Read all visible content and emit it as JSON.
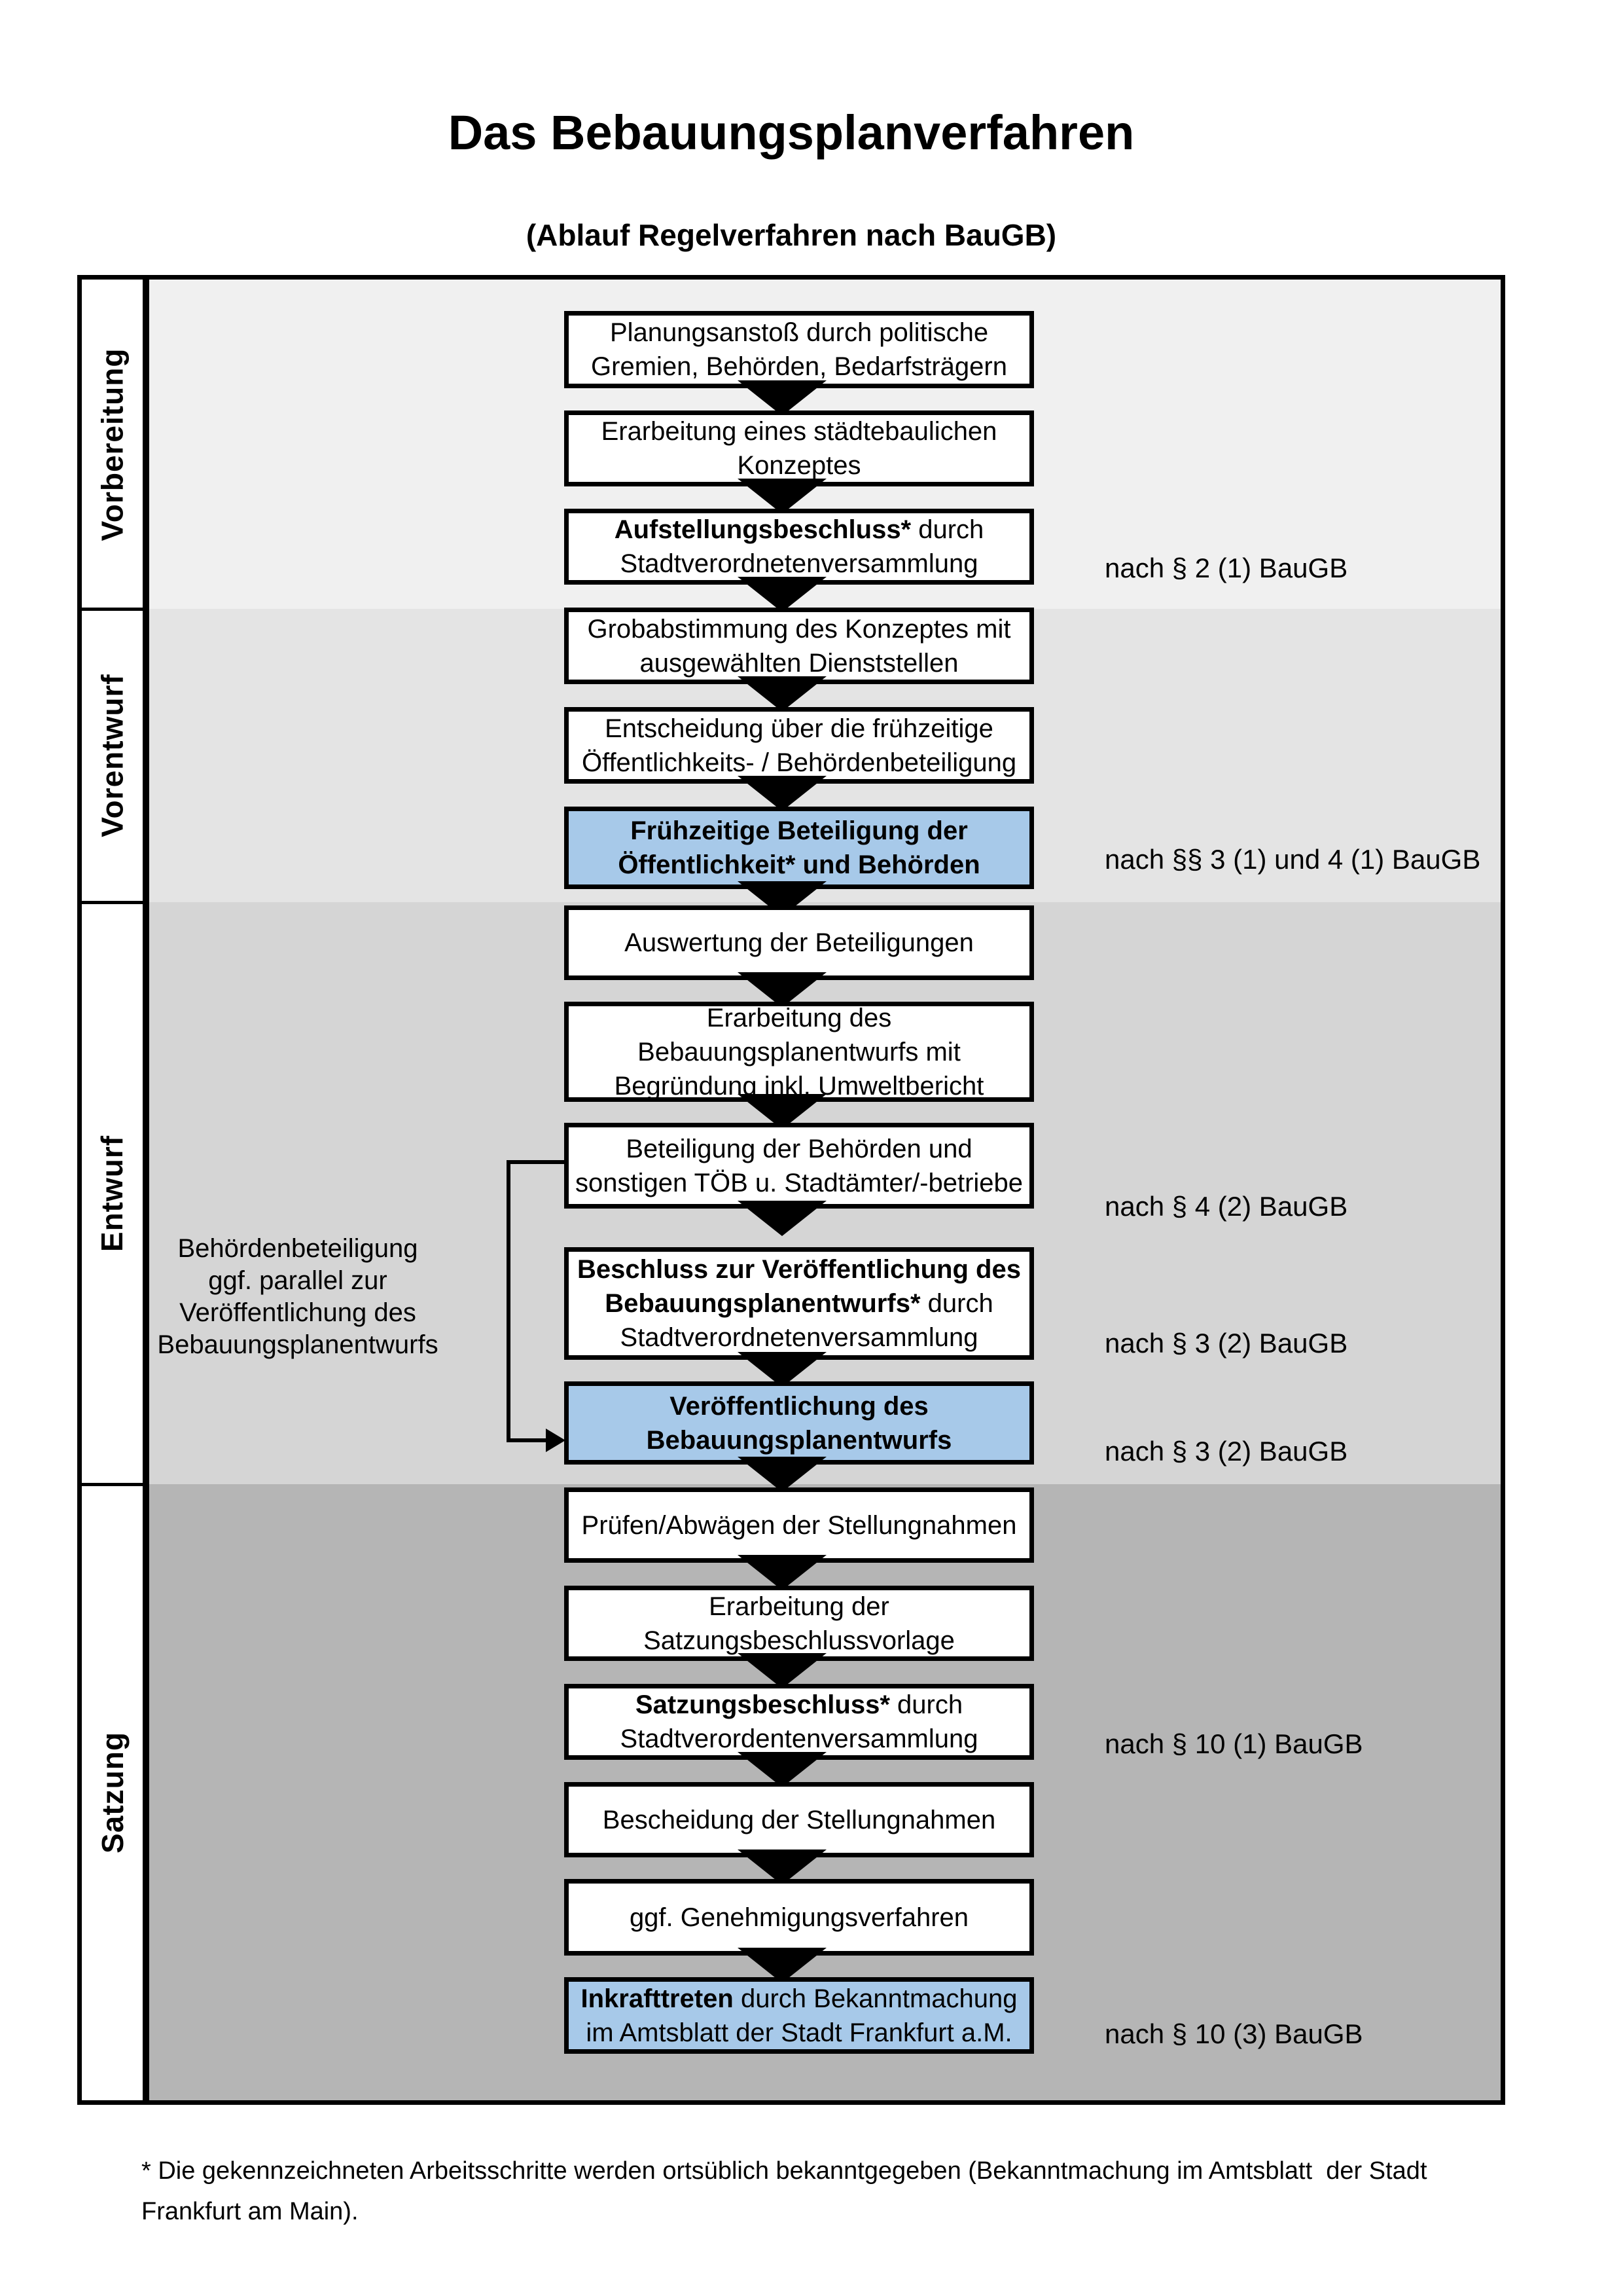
{
  "page": {
    "title": "Das Bebauungsplanverfahren",
    "subtitle": "(Ablauf Regelverfahren nach BauGB)"
  },
  "colors": {
    "highlight_blue": "#A7C9E9",
    "box_white": "#FFFFFF",
    "box_border": "#000000",
    "phase_vorbereitung_bg": "#F0F0F0",
    "phase_vorentwurf_bg": "#E4E4E4",
    "phase_entwurf_bg": "#D5D5D5",
    "phase_satzung_bg": "#B5B5B5"
  },
  "phases": [
    {
      "label": "Vorbereitung"
    },
    {
      "label": "Vorentwurf"
    },
    {
      "label": "Entwurf"
    },
    {
      "label": "Satzung"
    }
  ],
  "steps": [
    {
      "phase": "Vorbereitung",
      "highlight": false,
      "lines": [
        [
          {
            "t": "Planungsanstoß durch politische",
            "b": false
          }
        ],
        [
          {
            "t": "Gremien, Behörden, Bedarfsträgern",
            "b": false
          }
        ]
      ],
      "note": null
    },
    {
      "phase": "Vorbereitung",
      "highlight": false,
      "lines": [
        [
          {
            "t": "Erarbeitung eines städtebaulichen",
            "b": false
          }
        ],
        [
          {
            "t": "Konzeptes",
            "b": false
          }
        ]
      ],
      "note": null
    },
    {
      "phase": "Vorbereitung",
      "highlight": false,
      "lines": [
        [
          {
            "t": "Aufstellungsbeschluss*",
            "b": true
          },
          {
            "t": " durch",
            "b": false
          }
        ],
        [
          {
            "t": "Stadtverordnetenversammlung",
            "b": false
          }
        ]
      ],
      "note": "nach § 2 (1) BauGB"
    },
    {
      "phase": "Vorentwurf",
      "highlight": false,
      "lines": [
        [
          {
            "t": "Grobabstimmung des Konzeptes mit",
            "b": false
          }
        ],
        [
          {
            "t": "ausgewählten Dienststellen",
            "b": false
          }
        ]
      ],
      "note": null
    },
    {
      "phase": "Vorentwurf",
      "highlight": false,
      "lines": [
        [
          {
            "t": "Entscheidung über die frühzeitige",
            "b": false
          }
        ],
        [
          {
            "t": "Öffentlichkeits- / Behördenbeteiligung",
            "b": false
          }
        ]
      ],
      "note": null
    },
    {
      "phase": "Vorentwurf",
      "highlight": true,
      "lines": [
        [
          {
            "t": "Frühzeitige Beteiligung der",
            "b": true
          }
        ],
        [
          {
            "t": "Öffentlichkeit* und Behörden",
            "b": true
          }
        ]
      ],
      "note": "nach §§ 3 (1) und 4 (1) BauGB"
    },
    {
      "phase": "Entwurf",
      "highlight": false,
      "lines": [
        [
          {
            "t": "Auswertung der Beteiligungen",
            "b": false
          }
        ]
      ],
      "note": null
    },
    {
      "phase": "Entwurf",
      "highlight": false,
      "lines": [
        [
          {
            "t": "Erarbeitung des",
            "b": false
          }
        ],
        [
          {
            "t": "Bebauungsplanentwurfs mit",
            "b": false
          }
        ],
        [
          {
            "t": "Begründung inkl. Umweltbericht",
            "b": false
          }
        ]
      ],
      "note": null
    },
    {
      "phase": "Entwurf",
      "highlight": false,
      "lines": [
        [
          {
            "t": "Beteiligung der Behörden und",
            "b": false
          }
        ],
        [
          {
            "t": "sonstigen TÖB u. Stadtämter/-betriebe",
            "b": false
          }
        ]
      ],
      "note": "nach § 4 (2) BauGB"
    },
    {
      "phase": "Entwurf",
      "highlight": false,
      "lines": [
        [
          {
            "t": "Beschluss zur Veröffentlichung des",
            "b": true
          }
        ],
        [
          {
            "t": "Bebauungsplanentwurfs*",
            "b": true
          },
          {
            "t": " durch",
            "b": false
          }
        ],
        [
          {
            "t": "Stadtverordnetenversammlung",
            "b": false
          }
        ]
      ],
      "note": "nach § 3 (2) BauGB"
    },
    {
      "phase": "Entwurf",
      "highlight": true,
      "lines": [
        [
          {
            "t": "Veröffentlichung des",
            "b": true
          }
        ],
        [
          {
            "t": "Bebauungsplanentwurfs",
            "b": true
          }
        ]
      ],
      "note": "nach § 3 (2) BauGB"
    },
    {
      "phase": "Satzung",
      "highlight": false,
      "lines": [
        [
          {
            "t": "Prüfen/Abwägen der Stellungnahmen",
            "b": false
          }
        ]
      ],
      "note": null
    },
    {
      "phase": "Satzung",
      "highlight": false,
      "lines": [
        [
          {
            "t": "Erarbeitung der",
            "b": false
          }
        ],
        [
          {
            "t": "Satzungsbeschlussvorlage",
            "b": false
          }
        ]
      ],
      "note": null
    },
    {
      "phase": "Satzung",
      "highlight": false,
      "lines": [
        [
          {
            "t": "Satzungsbeschluss*",
            "b": true
          },
          {
            "t": " durch",
            "b": false
          }
        ],
        [
          {
            "t": "Stadtverordentenversammlung",
            "b": false
          }
        ]
      ],
      "note": "nach § 10 (1) BauGB"
    },
    {
      "phase": "Satzung",
      "highlight": false,
      "lines": [
        [
          {
            "t": "Bescheidung der Stellungnahmen",
            "b": false
          }
        ]
      ],
      "note": null
    },
    {
      "phase": "Satzung",
      "highlight": false,
      "lines": [
        [
          {
            "t": "ggf. Genehmigungsverfahren",
            "b": false
          }
        ]
      ],
      "note": null
    },
    {
      "phase": "Satzung",
      "highlight": true,
      "lines": [
        [
          {
            "t": "Inkrafttreten",
            "b": true
          },
          {
            "t": " durch Bekanntmachung",
            "b": false
          }
        ],
        [
          {
            "t": "im Amtsblatt der Stadt Frankfurt a.M.",
            "b": false
          }
        ]
      ],
      "note": "nach § 10 (3) BauGB"
    }
  ],
  "side_annotation": {
    "lines": [
      "Behördenbeteiligung",
      "ggf. parallel zur",
      "Veröffentlichung des",
      "Bebauungsplanentwurfs"
    ]
  },
  "footnote": {
    "lines": [
      "* Die gekennzeichneten Arbeitsschritte werden ortsüblich bekanntgegeben (Bekanntmachung im Amtsblatt  der Stadt",
      "Frankfurt am Main)."
    ]
  }
}
